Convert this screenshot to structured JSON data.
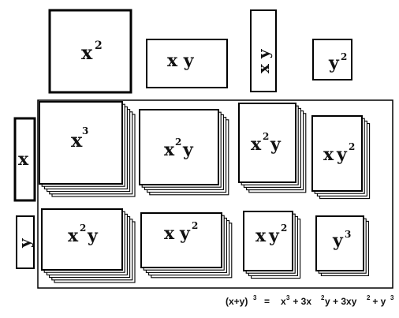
{
  "title": "",
  "tiles": {
    "x_squared": {
      "base": "x",
      "exp": "2"
    },
    "xy": {
      "text": "x y"
    },
    "xy_vertical": {
      "text": "x y"
    },
    "y_squared": {
      "base": "y",
      "exp": "2"
    },
    "x_unit": {
      "text": "x"
    },
    "y_unit": {
      "text": "y"
    }
  },
  "blocks": {
    "x_cubed": {
      "base": "x",
      "exp": "3"
    },
    "x2y_top": {
      "base": "x",
      "exp": "2",
      "tail": "y"
    },
    "x2y_mid": {
      "base": "x",
      "exp": "2",
      "tail": "y"
    },
    "xy2_top": {
      "head": "x",
      "base": "y",
      "exp": "2"
    },
    "x2y_bottom": {
      "base": "x",
      "exp": "2",
      "tail": "y"
    },
    "xy2_bottom_a": {
      "head": "x",
      "base": "y",
      "exp": "2"
    },
    "xy2_bottom_b": {
      "head": "x",
      "base": "y",
      "exp": "2"
    },
    "y_cubed": {
      "base": "y",
      "exp": "3"
    }
  },
  "formula": {
    "lhs": "(x+y)",
    "lhs_exp": "3",
    "eq": "=",
    "t1": "x",
    "t1_exp": "3",
    "p1": " + 3x",
    "p1_exp": "2",
    "p1_tail": "y + 3xy",
    "p2_exp": "2",
    "p2_tail": " + y",
    "p3_exp": "3"
  }
}
